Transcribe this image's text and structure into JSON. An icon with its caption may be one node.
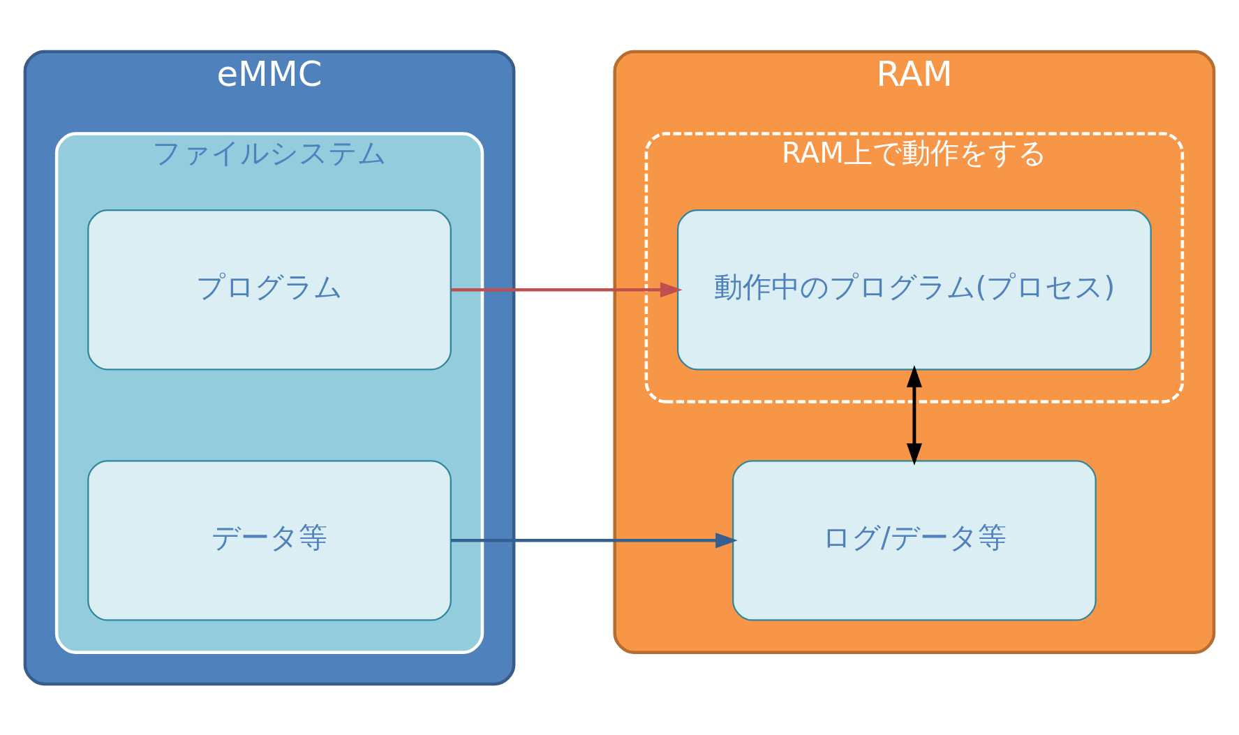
{
  "diagram": {
    "nodes": [
      {
        "text": [
          "eMMC"
        ]
      },
      {
        "text": [
          "ファイルシステム"
        ],
        "in": 0
      },
      {
        "text": [
          "プログラム"
        ],
        "in": 1
      },
      {
        "text": [
          "データ等"
        ],
        "in": 1
      },
      {
        "text": [
          "RAM"
        ]
      },
      {
        "text": [
          "RAM上で動作をする"
        ],
        "in": 4
      },
      {
        "text": [
          "動作中のプログラム(プロセス)"
        ],
        "in": 5
      },
      {
        "text": [
          "ログ/データ等"
        ],
        "in": 4
      }
    ],
    "edges": [
      {
        "from": 2,
        "to": 6,
        "arrow": "to",
        "color": "#c0504d"
      },
      {
        "from": 3,
        "to": 7,
        "arrow": "to",
        "color": "#355f91"
      },
      {
        "from": 6,
        "to": 7,
        "arrow": "to"
      },
      {
        "from": 7,
        "to": 6,
        "arrow": "to"
      }
    ]
  }
}
